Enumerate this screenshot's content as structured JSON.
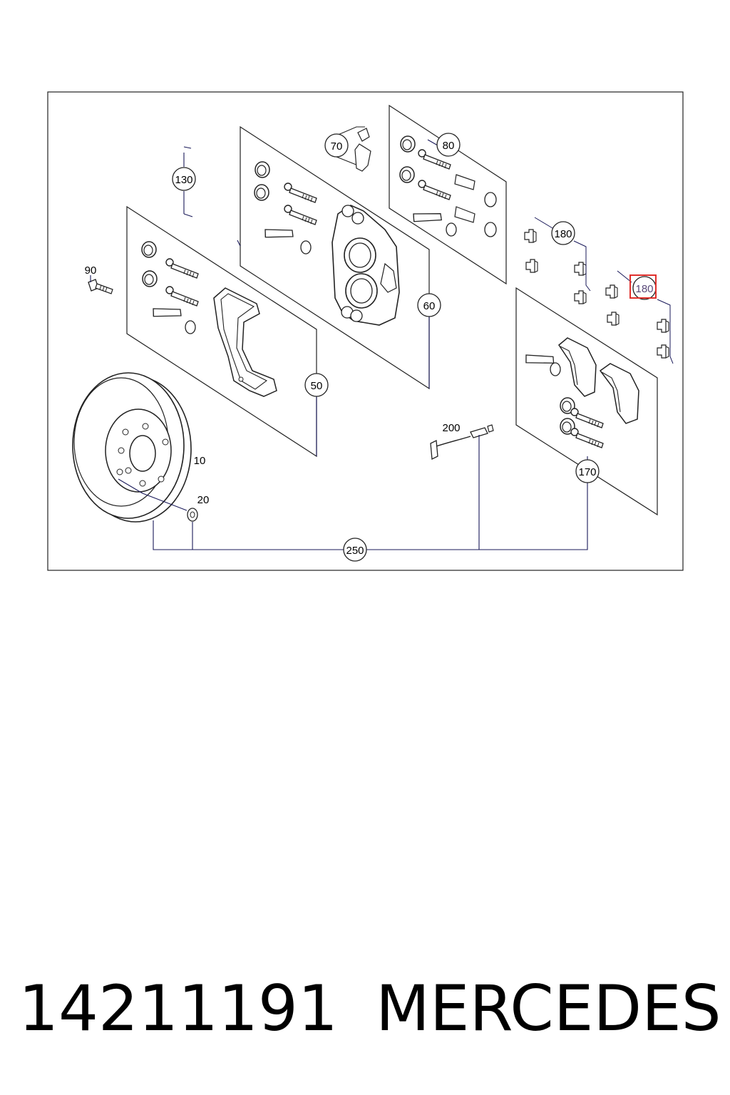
{
  "diagram": {
    "callouts": [
      {
        "id": "c10",
        "label": "10"
      },
      {
        "id": "c20",
        "label": "20"
      },
      {
        "id": "c50",
        "label": "50"
      },
      {
        "id": "c60",
        "label": "60"
      },
      {
        "id": "c70",
        "label": "70"
      },
      {
        "id": "c80",
        "label": "80"
      },
      {
        "id": "c90",
        "label": "90"
      },
      {
        "id": "c130",
        "label": "130"
      },
      {
        "id": "c170",
        "label": "170"
      },
      {
        "id": "c180a",
        "label": "180"
      },
      {
        "id": "c180b",
        "label": "180"
      },
      {
        "id": "c200",
        "label": "200"
      },
      {
        "id": "c250",
        "label": "250"
      }
    ],
    "highlight_color": "#e0302c",
    "line_color": "#1a1a5a"
  },
  "footer": {
    "part_number": "14211191",
    "brand": "MERCEDES"
  }
}
